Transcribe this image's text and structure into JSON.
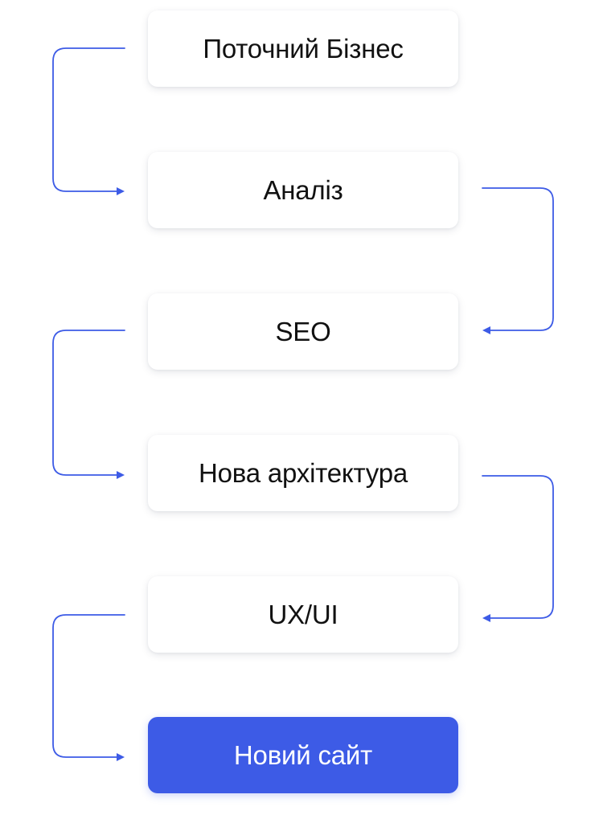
{
  "flow": {
    "accent_color": "#3d5be6",
    "steps": [
      {
        "label": "Поточний Бізнес"
      },
      {
        "label": "Аналіз"
      },
      {
        "label": "SEO"
      },
      {
        "label": "Нова архітектура"
      },
      {
        "label": "UX/UI"
      },
      {
        "label": "Новий сайт"
      }
    ]
  }
}
